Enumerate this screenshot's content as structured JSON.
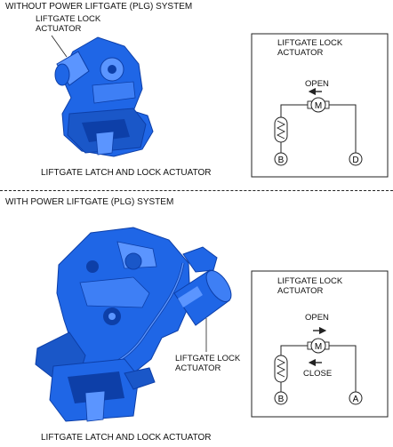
{
  "section_top": {
    "title": "WITHOUT POWER LIFTGATE (PLG) SYSTEM",
    "actuator_label_1": "LIFTGATE LOCK",
    "actuator_label_2": "ACTUATOR",
    "caption": "LIFTGATE LATCH AND LOCK ACTUATOR",
    "schematic": {
      "title_1": "LIFTGATE LOCK",
      "title_2": "ACTUATOR",
      "direction_label": "OPEN",
      "motor_symbol": "M",
      "terminal_left": "B",
      "terminal_right": "D"
    }
  },
  "section_bottom": {
    "title": "WITH POWER LIFTGATE (PLG) SYSTEM",
    "actuator_label_1": "LIFTGATE LOCK",
    "actuator_label_2": "ACTUATOR",
    "caption": "LIFTGATE LATCH AND LOCK ACTUATOR",
    "schematic": {
      "title_1": "LIFTGATE LOCK",
      "title_2": "ACTUATOR",
      "direction_label_open": "OPEN",
      "direction_label_close": "CLOSE",
      "motor_symbol": "M",
      "terminal_left": "B",
      "terminal_right": "A"
    }
  },
  "colors": {
    "part_blue": "#1f66e6",
    "part_dark": "#0d3fa8",
    "part_light": "#5b95ff",
    "line": "#222222"
  }
}
